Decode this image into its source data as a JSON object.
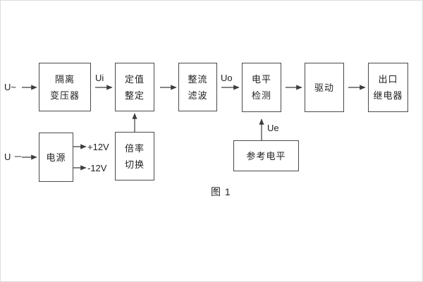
{
  "diagram": {
    "caption": "图 1",
    "inputs": {
      "ac": "U~",
      "dc": "U －"
    },
    "signals": {
      "ui": "Ui",
      "uo": "Uo",
      "ue": "Ue",
      "plus12v": "+12V",
      "minus12v": "-12V"
    },
    "blocks": {
      "isolation_transformer": [
        "隔离",
        "变压器"
      ],
      "setpoint_adjust": [
        "定值",
        "整定"
      ],
      "rectify_filter": [
        "整流",
        "滤波"
      ],
      "level_detect": [
        "电平",
        "检测"
      ],
      "drive": [
        "驱动"
      ],
      "output_relay": [
        "出口",
        "继电器"
      ],
      "power_supply": [
        "电源"
      ],
      "ratio_switch": [
        "倍率",
        "切换"
      ],
      "reference_level": [
        "参考电平"
      ]
    },
    "colors": {
      "line": "#3d3d3d",
      "box_border": "#4a4a4a",
      "text": "#1f1f1f",
      "background": "#ffffff"
    }
  }
}
